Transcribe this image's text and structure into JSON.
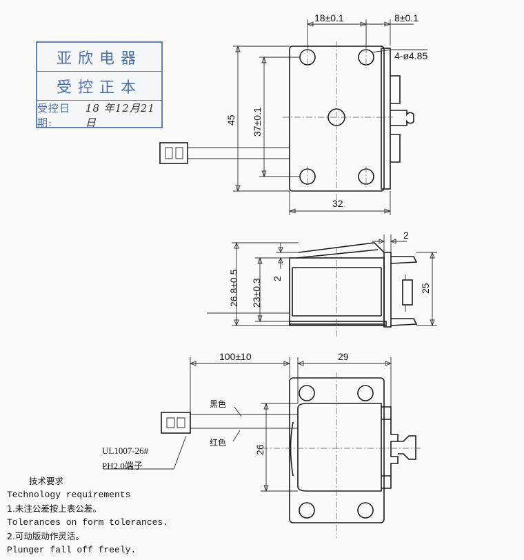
{
  "stamp": {
    "line1": "亚欣电器",
    "line2": "受控正本",
    "date_label": "受控日期:",
    "date_value": "18 年12月21日"
  },
  "top_view": {
    "dim_hole_spacing": "18±0.1",
    "dim_edge_offset": "8±0.1",
    "dim_holes": "4-ø4.85",
    "dim_height": "45",
    "dim_hole_vertical": "37±0.1",
    "dim_width": "32"
  },
  "side_view": {
    "dim_plate": "2",
    "dim_overall": "26.8±0.5",
    "dim_coil": "23±0.3",
    "dim_gap": "2",
    "dim_right": "25"
  },
  "bottom_view": {
    "dim_lead_length": "100±10",
    "dim_body_width": "29",
    "dim_height": "26",
    "wire_black": "黑色",
    "wire_red": "红色",
    "cable_spec": "UL1007-26#",
    "connector_spec": "PH2.0端子"
  },
  "notes": {
    "title": "技术要求",
    "title_en": "Technology  requirements",
    "item1": "1.未注公差按上表公差。",
    "item1_en": "Tolerances on form tolerances.",
    "item2": "2.可动版动作灵活。",
    "item2_en": " Plunger fall off freely."
  }
}
